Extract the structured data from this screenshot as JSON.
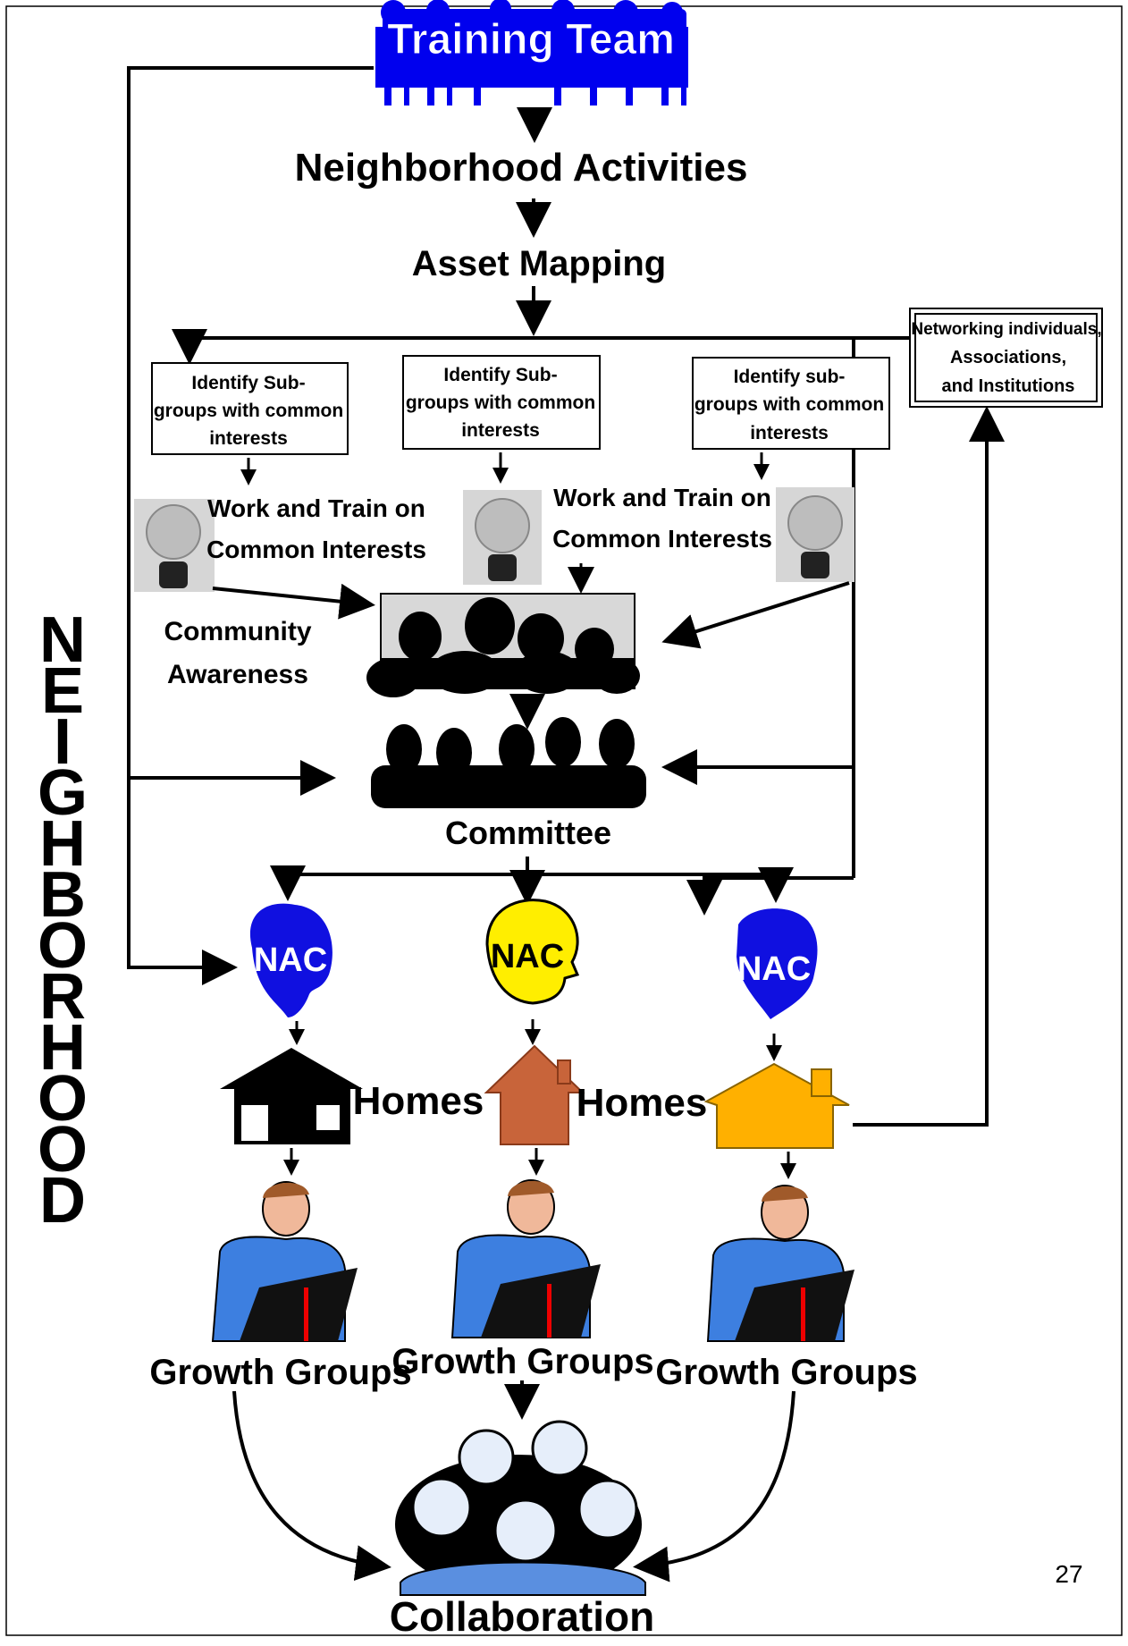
{
  "header": {
    "title": "Training Team"
  },
  "flow": {
    "neighborhood_activities": "Neighborhood Activities",
    "asset_mapping": "Asset Mapping",
    "subgroups": [
      {
        "line1": "Identify Sub-",
        "line2": "groups with common",
        "line3": "interests"
      },
      {
        "line1": "Identify Sub-",
        "line2": "groups with common",
        "line3": "interests"
      },
      {
        "line1": "Identify sub-",
        "line2": "groups with common",
        "line3": "interests"
      }
    ],
    "work_train_left": {
      "line1": "Work and Train on",
      "line2": "Common Interests"
    },
    "work_train_right": {
      "line1": "Work and Train on",
      "line2": "Common Interests"
    },
    "networking": {
      "line1": "Networking individuals,",
      "line2": "Associations,",
      "line3": "and Institutions"
    },
    "community_awareness": {
      "line1": "Community",
      "line2": "Awareness"
    },
    "committee": "Committee",
    "nac": [
      "NAC",
      "NAC",
      "NAC"
    ],
    "homes": [
      "Homes",
      "Homes"
    ],
    "growth_groups": [
      "Growth Groups",
      "Growth Groups",
      "Growth Groups"
    ],
    "collaboration": "Collaboration"
  },
  "side_label": {
    "letters": [
      "N",
      "E",
      "I",
      "G",
      "H",
      "B",
      "O",
      "R",
      "H",
      "O",
      "O",
      "D"
    ]
  },
  "page_number": "27",
  "colors": {
    "training_team_blue": "#0000ee",
    "nac_blue": "#1010e0",
    "nac_yellow": "#ffee00",
    "house_black": "#000000",
    "house_brown": "#c8643a",
    "house_orange": "#ffb000",
    "shirt_blue": "#3d7fe0",
    "bulb_gray": "#bdbdbd"
  },
  "icons": [
    "people-silhouette-icon",
    "lightbulb-icon",
    "audience-icon",
    "committee-icon",
    "nac-head-icon",
    "house-icon",
    "reader-icon",
    "group-faces-icon"
  ]
}
